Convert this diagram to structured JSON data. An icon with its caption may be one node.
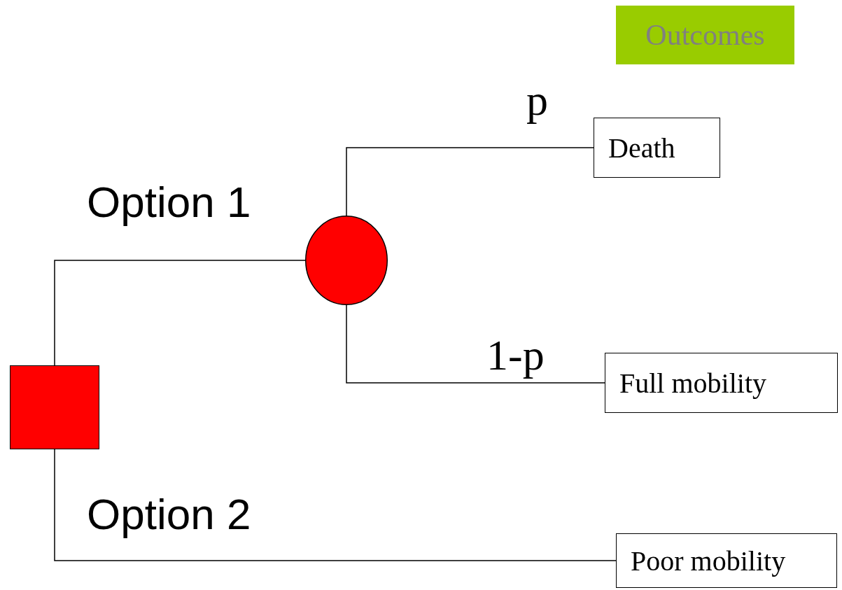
{
  "diagram": {
    "nodes": [
      {
        "text": [
          "Outcomes"
        ]
      },
      {
        "text": [],
        "shape": "box"
      },
      {
        "text": [],
        "shape": "circle"
      },
      {
        "text": [
          "Death"
        ]
      },
      {
        "text": [
          "Full mobility"
        ]
      },
      {
        "text": [
          "Poor mobility"
        ]
      }
    ],
    "edges": [
      {
        "from": 1,
        "to": 2,
        "arrow": "none",
        "label": "Option 1"
      },
      {
        "from": 2,
        "to": 3,
        "arrow": "none",
        "label": "p"
      },
      {
        "from": 2,
        "to": 4,
        "arrow": "none",
        "label": "1-p"
      },
      {
        "from": 1,
        "to": 5,
        "arrow": "none",
        "label": "Option 2"
      }
    ]
  }
}
